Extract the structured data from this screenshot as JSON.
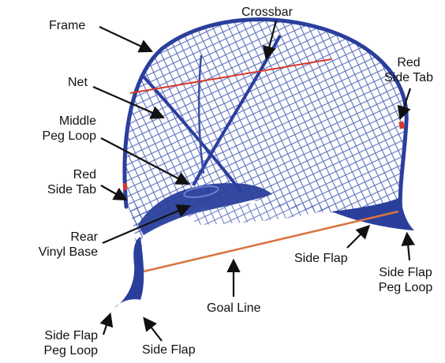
{
  "labels": {
    "frame": "Frame",
    "crossbar": "Crossbar",
    "red_side_tab_right": "Red\nSide Tab",
    "net": "Net",
    "middle_peg_loop": "Middle\nPeg Loop",
    "red_side_tab_left": "Red\nSide Tab",
    "rear_vinyl_base": "Rear\nVinyl Base",
    "side_flap_right": "Side Flap",
    "side_flap_peg_loop_right": "Side Flap\nPeg Loop",
    "goal_line": "Goal Line",
    "side_flap_peg_loop_left": "Side Flap\nPeg Loop",
    "side_flap_left": "Side Flap"
  },
  "colors": {
    "frame_blue": "#2a3f9c",
    "net_blue": "#3a4fa8",
    "red_tab": "#d8392b",
    "goal_line": "#d9753f",
    "arrow": "#111111"
  }
}
